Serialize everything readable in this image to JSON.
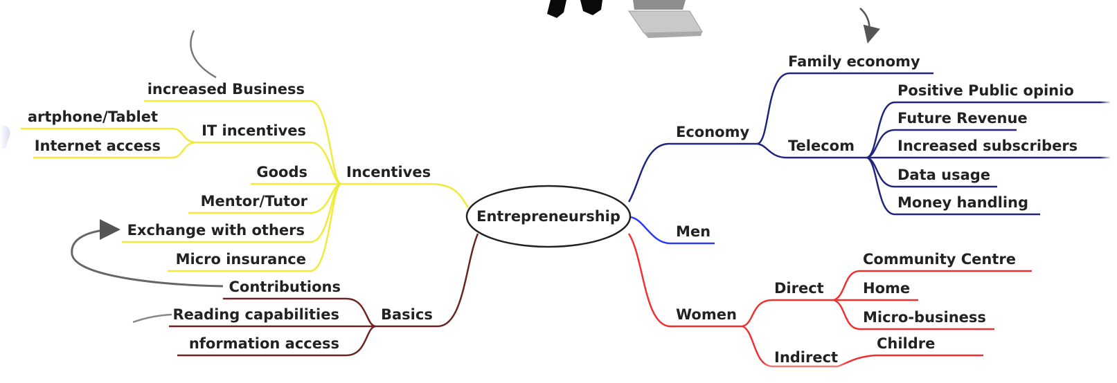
{
  "colors": {
    "incentives": "#f2ea3a",
    "basics": "#6a2424",
    "economy": "#20247c",
    "men": "#2c3cf0",
    "women": "#f03030",
    "annotation_arrow": "#666666",
    "text": "#222222"
  },
  "center": {
    "label": "Entrepreneurship"
  },
  "left": {
    "incentives": {
      "label": "Incentives",
      "items": {
        "increased_business": "increased Business",
        "it_incentives": {
          "label": "IT incentives",
          "smartphone": "artphone/Tablet",
          "internet": "Internet access"
        },
        "goods": "Goods",
        "mentor": "Mentor/Tutor",
        "exchange": "Exchange with others",
        "micro_insurance": "Micro insurance"
      }
    },
    "basics": {
      "label": "Basics",
      "items": {
        "contributions": "Contributions",
        "reading": "Reading capabilities",
        "information": "nformation access"
      }
    }
  },
  "right": {
    "economy": {
      "label": "Economy",
      "family_economy": "Family economy",
      "telecom": {
        "label": "Telecom",
        "positive_opinion": "Positive Public opinio",
        "future_revenue": "Future Revenue",
        "subscribers": "Increased subscribers",
        "data_usage": "Data usage",
        "money_handling": "Money handling"
      }
    },
    "men": {
      "label": "Men"
    },
    "women": {
      "label": "Women",
      "direct": {
        "label": "Direct",
        "community": "Community Centre",
        "home": "Home",
        "micro_business": "Micro-business"
      },
      "indirect": {
        "label": "Indirect",
        "children": "Childre"
      }
    }
  },
  "icons": {
    "top_figure": "person-silhouette-icon",
    "top_device": "laptop-icon"
  }
}
